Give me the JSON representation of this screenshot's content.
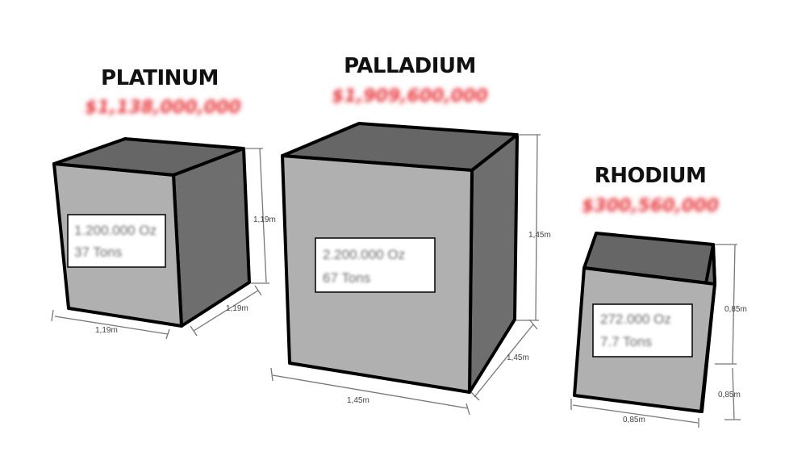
{
  "metals": [
    {
      "name": "PLATINUM",
      "price": "$1,138,000,000",
      "ounces": "1.200.000 Oz",
      "tons": "37 Tons",
      "dims": {
        "width": "1,19m",
        "depth": "1,19m",
        "height": "1,19m"
      }
    },
    {
      "name": "PALLADIUM",
      "price": "$1,909,600,000",
      "ounces": "2.200.000 Oz",
      "tons": "67 Tons",
      "dims": {
        "width": "1,45m",
        "depth": "1,45m",
        "height": "1,45m"
      }
    },
    {
      "name": "RHODIUM",
      "price": "$300,560,000",
      "ounces": "272.000 Oz",
      "tons": "7.7 Tons",
      "dims": {
        "width": "0,85m",
        "depth": "0,85m",
        "height": "0,85m"
      }
    }
  ],
  "colors": {
    "face_front": "#b0b0b0",
    "face_side": "#6e6e6e",
    "face_top": "#666666",
    "edge": "#000000",
    "price": "#e8353a"
  }
}
